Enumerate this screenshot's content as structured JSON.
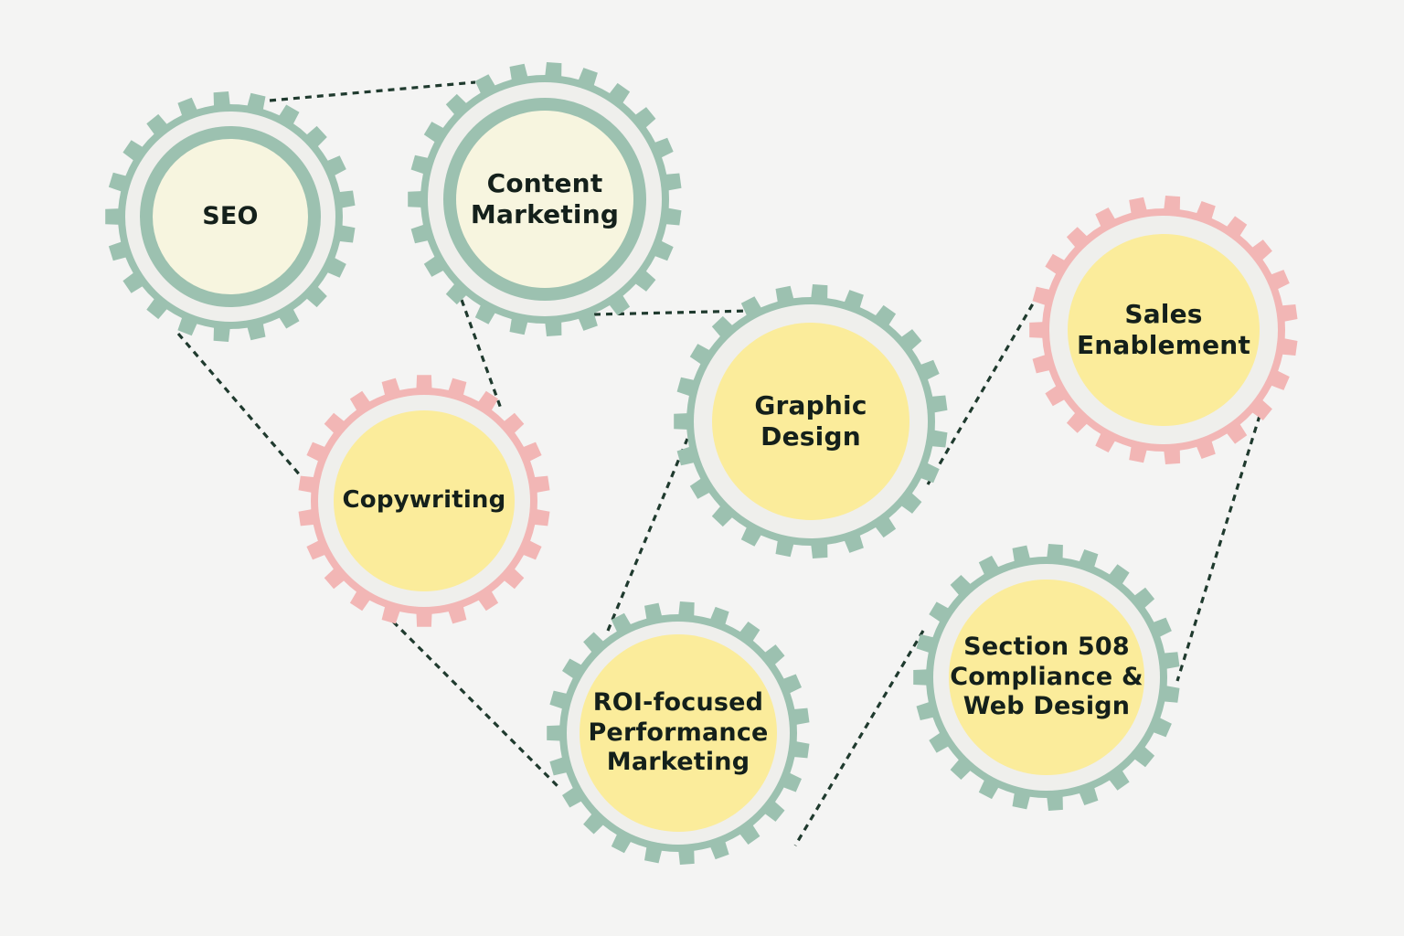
{
  "colors": {
    "background": "#f4f4f3",
    "gear_green": "#9cc1b0",
    "gear_pink": "#f2b6b5",
    "ring_gap": "#efefec",
    "core_pale": "#f7f5df",
    "core_yellow": "#fbec9b",
    "connector": "#1f3a2e",
    "text": "#14201b"
  },
  "nodes": [
    {
      "id": "seo",
      "lines": [
        "SEO"
      ],
      "gear_color": "green",
      "core": "pale",
      "inner_ring": true
    },
    {
      "id": "content-marketing",
      "lines": [
        "Content",
        "Marketing"
      ],
      "gear_color": "green",
      "core": "pale",
      "inner_ring": true
    },
    {
      "id": "copywriting",
      "lines": [
        "Copywriting"
      ],
      "gear_color": "pink",
      "core": "yellow",
      "inner_ring": false
    },
    {
      "id": "graphic-design",
      "lines": [
        "Graphic",
        "Design"
      ],
      "gear_color": "green",
      "core": "yellow",
      "inner_ring": false
    },
    {
      "id": "sales-enablement",
      "lines": [
        "Sales",
        "Enablement"
      ],
      "gear_color": "pink",
      "core": "yellow",
      "inner_ring": false
    },
    {
      "id": "roi-performance-marketing",
      "lines": [
        "ROI-focused",
        "Performance",
        "Marketing"
      ],
      "gear_color": "green",
      "core": "yellow",
      "inner_ring": false
    },
    {
      "id": "section-508-web-design",
      "lines": [
        "Section 508",
        "Compliance &",
        "Web Design"
      ],
      "gear_color": "green",
      "core": "yellow",
      "inner_ring": false
    }
  ],
  "connections": [
    [
      "seo",
      "content-marketing"
    ],
    [
      "seo",
      "copywriting"
    ],
    [
      "content-marketing",
      "copywriting"
    ],
    [
      "content-marketing",
      "graphic-design"
    ],
    [
      "copywriting",
      "roi-performance-marketing"
    ],
    [
      "roi-performance-marketing",
      "graphic-design"
    ],
    [
      "graphic-design",
      "sales-enablement"
    ],
    [
      "sales-enablement",
      "section-508-web-design"
    ],
    [
      "section-508-web-design",
      "roi-performance-marketing"
    ]
  ]
}
